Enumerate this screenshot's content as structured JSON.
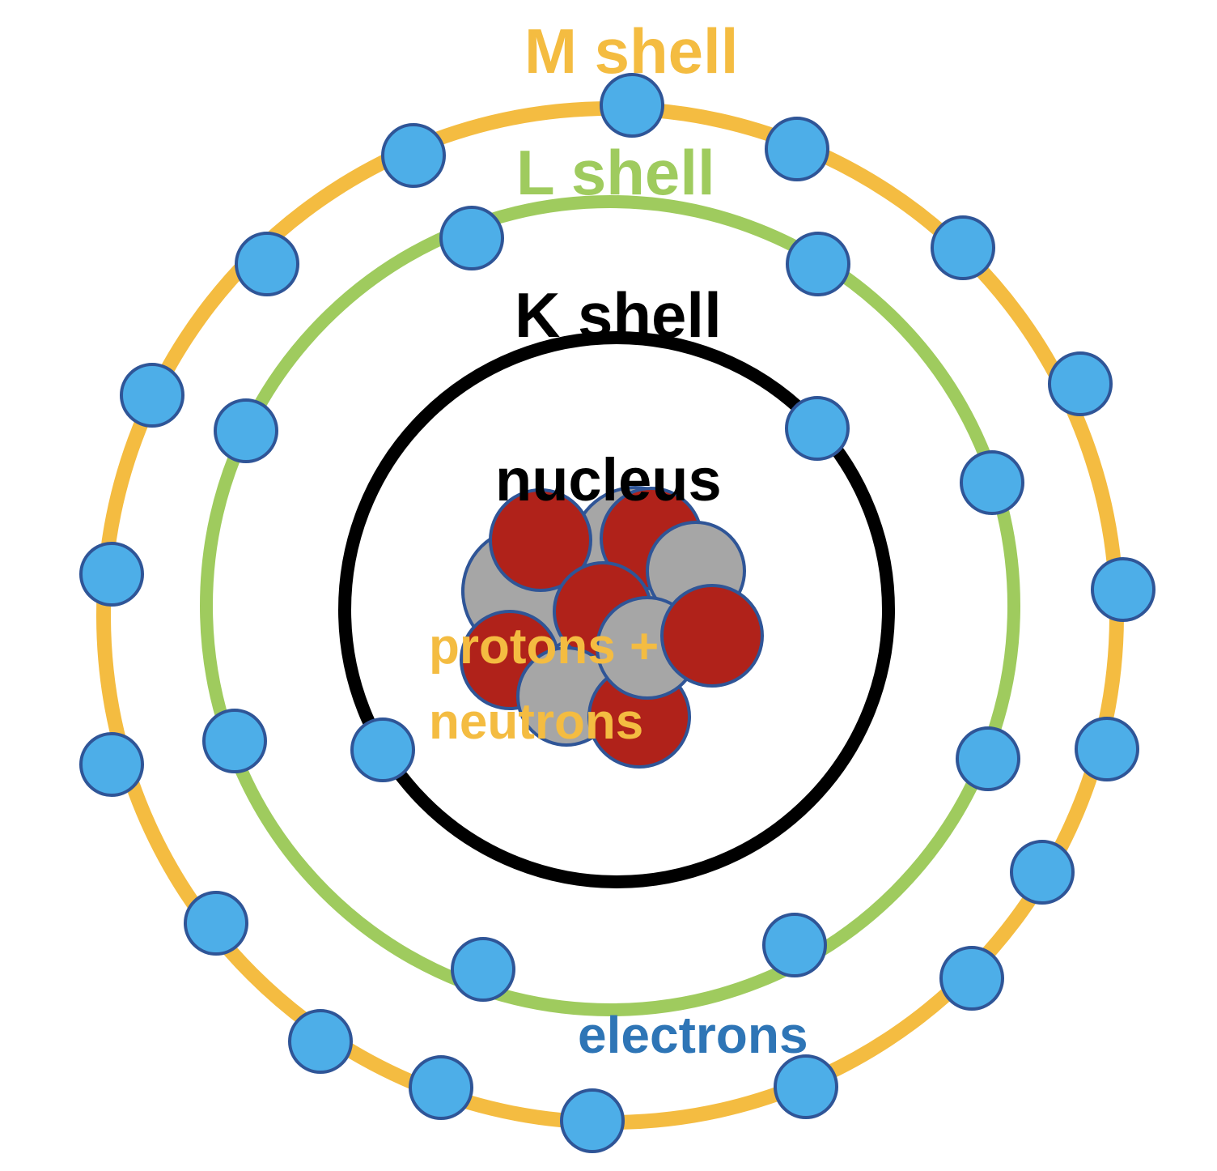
{
  "labels": {
    "m_shell": "M shell",
    "l_shell": "L shell",
    "k_shell": "K shell",
    "nucleus": "nucleus",
    "particles_line1": "protons +",
    "particles_line2": "neutrons",
    "electrons": "electrons"
  },
  "colors": {
    "m_shell": "#F4BC41",
    "l_shell": "#9FCB5E",
    "k_shell": "#000000",
    "electron_fill": "#4DAEE8",
    "electron_stroke": "#2F5597",
    "proton_fill": "#B0221A",
    "neutron_fill": "#A6A6A6",
    "particle_stroke": "#2F5597",
    "electrons_label": "#2E75B6",
    "particles_label": "#F4BC41",
    "nucleus_label": "#000000"
  },
  "icons": {
    "electron": "electron-icon",
    "proton": "proton-icon",
    "neutron": "neutron-icon"
  },
  "electron_counts": {
    "k_shell": 2,
    "l_shell": 8,
    "m_shell": 18
  }
}
